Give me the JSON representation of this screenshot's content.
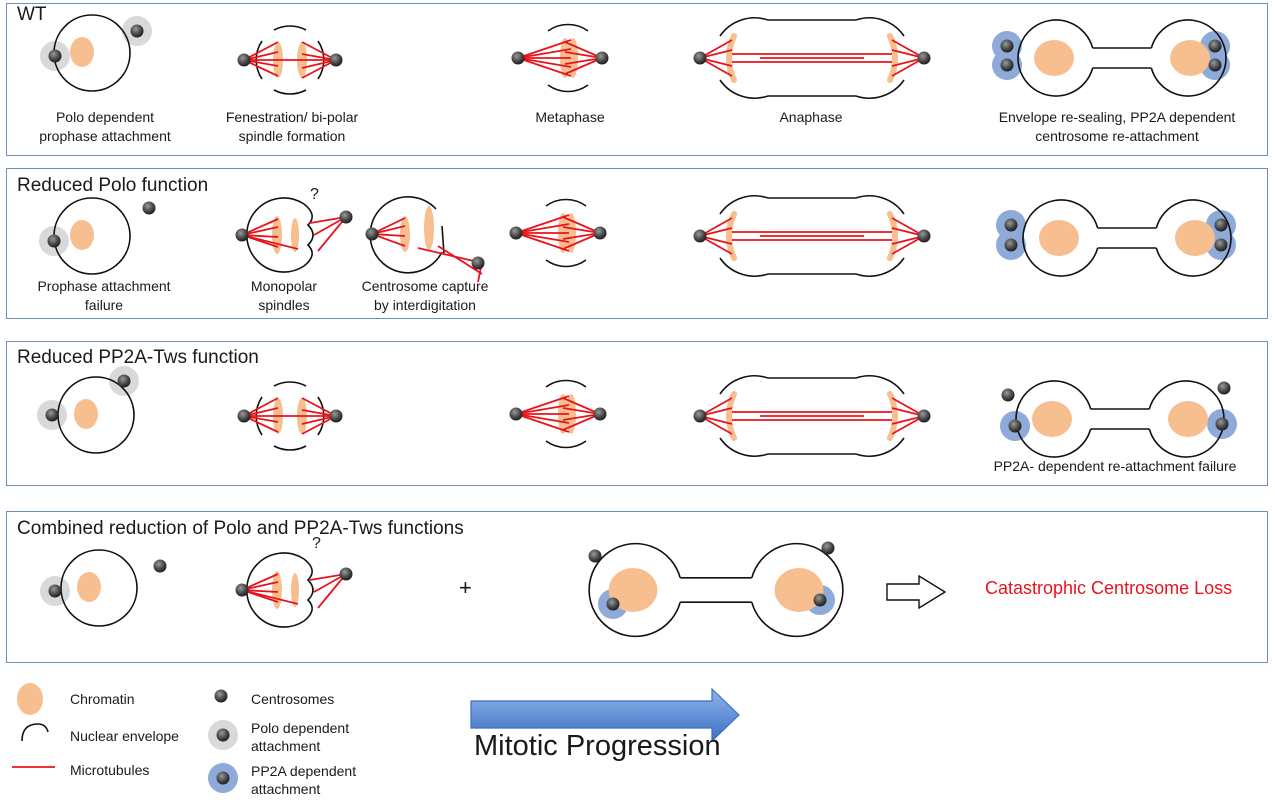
{
  "panels": [
    {
      "title": "WT",
      "captions": [
        [
          "Polo dependent",
          "prophase attachment"
        ],
        [
          "Fenestration/ bi-polar",
          "spindle formation"
        ],
        [
          "Metaphase"
        ],
        [
          "Anaphase"
        ],
        [
          "Envelope re-sealing, PP2A dependent",
          "centrosome re-attachment"
        ]
      ]
    },
    {
      "title": "Reduced Polo function",
      "question_mark": "?",
      "captions": [
        [
          "Prophase attachment",
          "failure"
        ],
        [
          "Monopolar",
          "spindles"
        ],
        [
          "Centrosome capture",
          "by interdigitation"
        ]
      ]
    },
    {
      "title": "Reduced PP2A-Tws function",
      "captions": [
        [
          "PP2A- dependent re-attachment failure"
        ]
      ]
    },
    {
      "title": "Combined reduction of Polo and PP2A-Tws functions",
      "question_mark": "?",
      "plus": "+",
      "result": "Catastrophic Centrosome Loss"
    }
  ],
  "legend": {
    "chromatin": "Chromatin",
    "nuclear_envelope": "Nuclear envelope",
    "microtubules": "Microtubules",
    "centrosomes": "Centrosomes",
    "polo_attachment": [
      "Polo dependent",
      "attachment"
    ],
    "pp2a_attachment": [
      "PP2A dependent",
      "attachment"
    ]
  },
  "progression_label": "Mitotic Progression",
  "colors": {
    "panel_border": "#6f8fb8",
    "chromatin": "#f7bf90",
    "microtubule": "#e8141c",
    "polo_halo": "#d9d9d9",
    "pp2a_halo": "#8eaad8",
    "result_text": "#e8141c",
    "arrow_fill": "#5b8fd8"
  }
}
